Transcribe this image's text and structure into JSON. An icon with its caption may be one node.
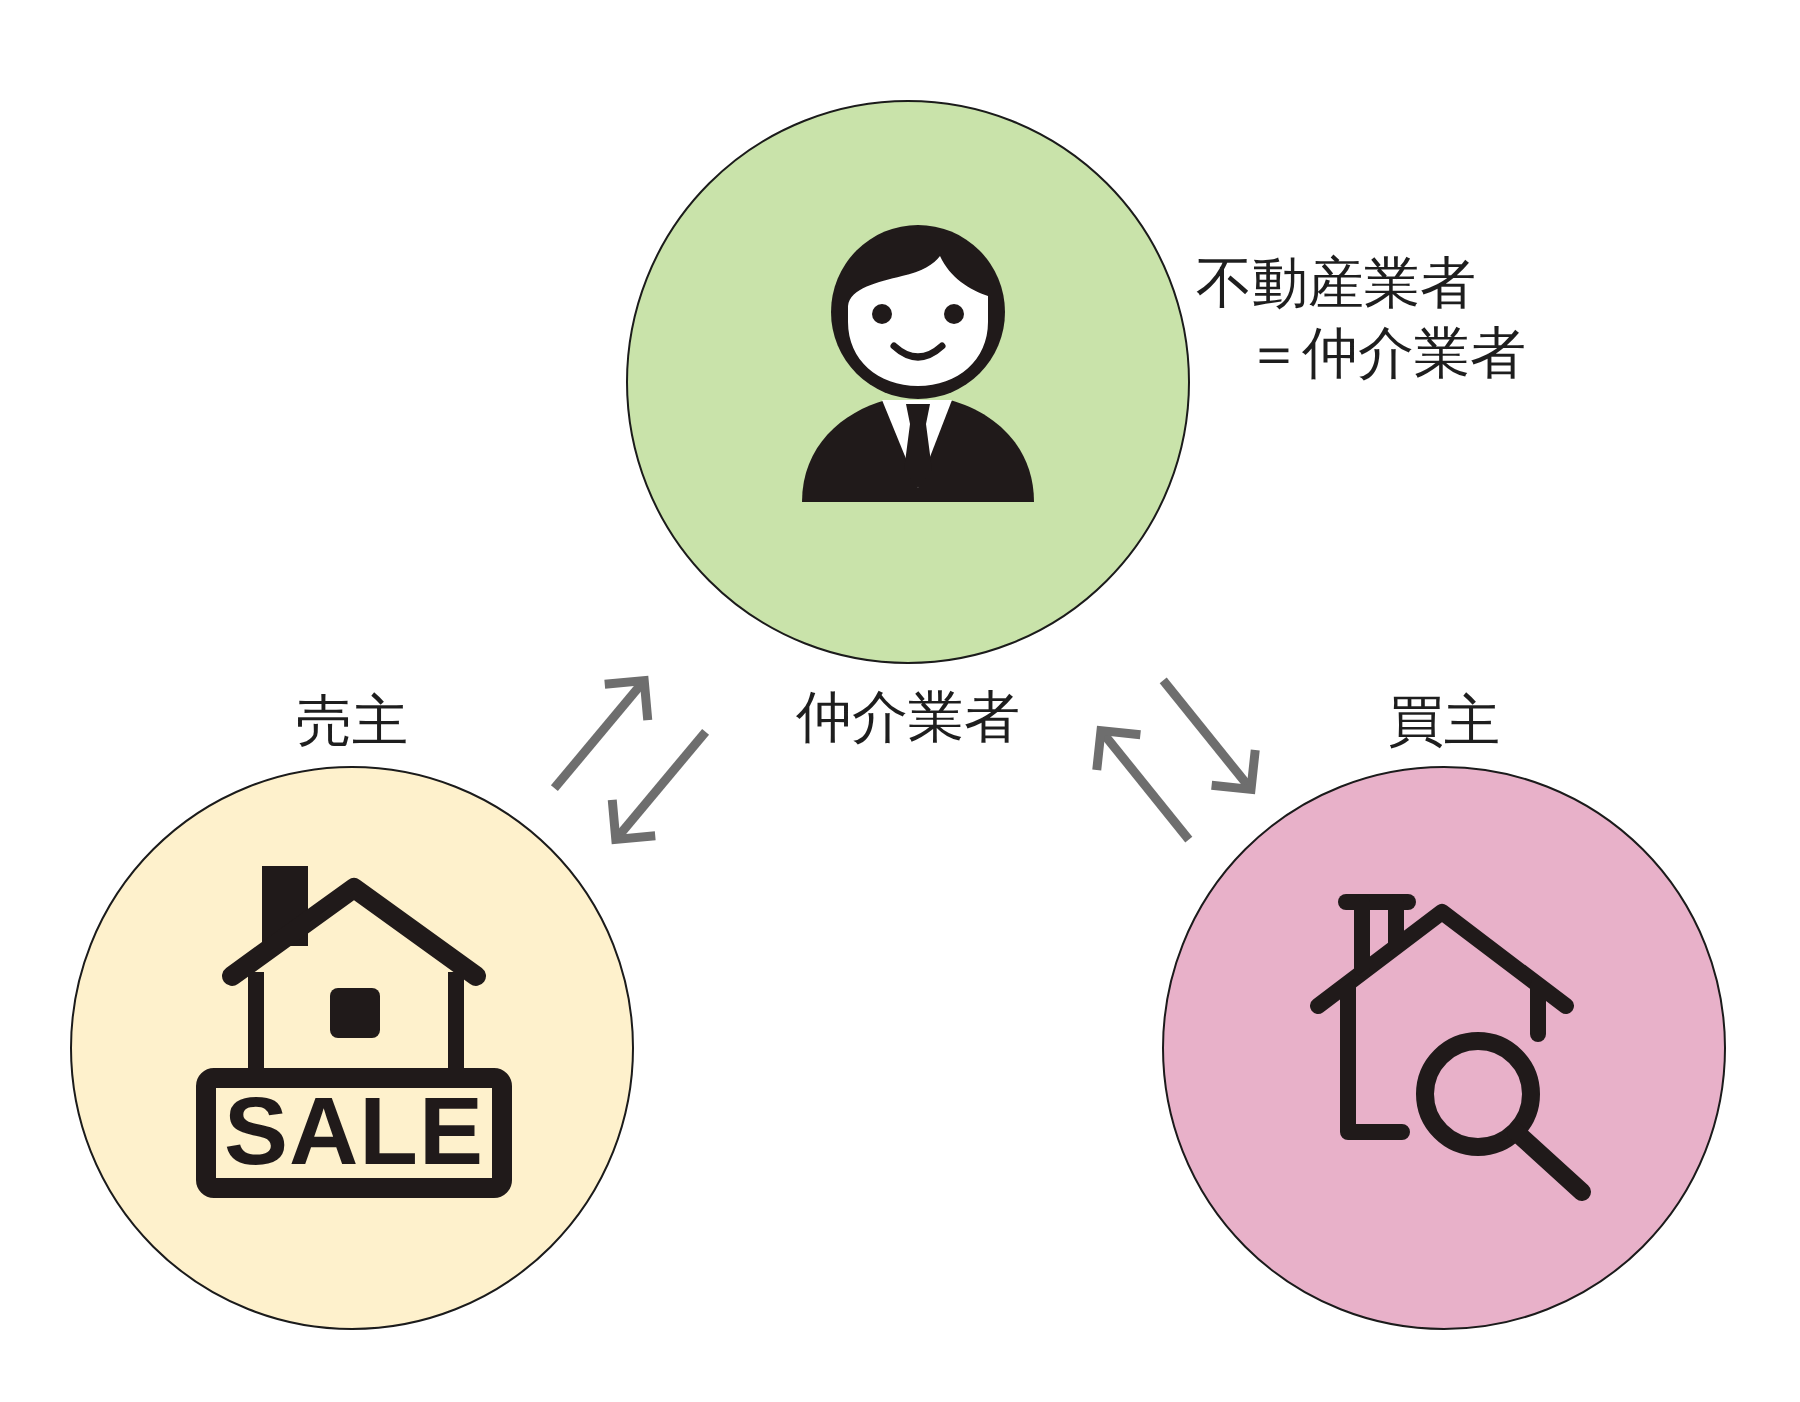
{
  "diagram": {
    "nodes": [
      {
        "text": [
          "仲介業者"
        ],
        "beside": [
          "不動産業者＝仲介業者"
        ]
      },
      {
        "text": [
          "売主"
        ]
      },
      {
        "text": [
          "買主"
        ]
      }
    ],
    "edges": [
      {
        "from": 1,
        "to": 0,
        "arrow": "to"
      },
      {
        "from": 0,
        "to": 1,
        "arrow": "to"
      },
      {
        "from": 0,
        "to": 2,
        "arrow": "to"
      },
      {
        "from": 2,
        "to": 0,
        "arrow": "to"
      }
    ],
    "labels": [
      "SALE"
    ]
  }
}
